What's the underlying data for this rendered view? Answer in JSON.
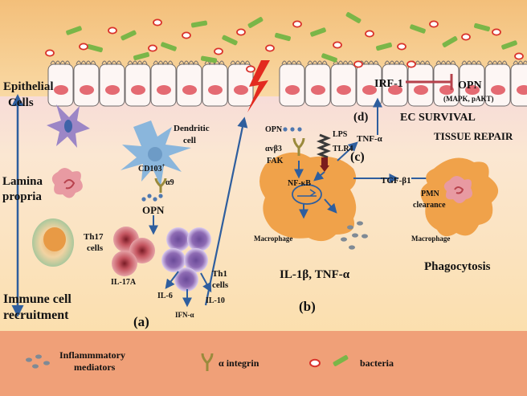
{
  "labels": {
    "epithelial_1": "Epithelial",
    "epithelial_2": "Cells",
    "lamina_1": "Lamina",
    "lamina_2": "propria",
    "immune_1": "Immune cell",
    "immune_2": "recruitment",
    "dendritic_1": "Dendritic",
    "dendritic_2": "cell",
    "cd103": "CD103",
    "cd103_sup": "+",
    "a9": "α9",
    "opn_a": "OPN",
    "th17_1": "Th17",
    "th17_2": "cells",
    "th1_1": "Th1",
    "th1_2": "cells",
    "il17a": "IL-17A",
    "il6": "IL-6",
    "il10": "IL-10",
    "ifn": "IFN-α",
    "panel_a": "(a)",
    "opn_b": "OPN",
    "avb3": "αvβ3",
    "fak": "FAK",
    "lps": "LPS",
    "tlr4": "TLR4",
    "nfkb": "NF-κB",
    "macrophage_b": "Macrophage",
    "il1b": "IL-1β, TNF-α",
    "panel_b": "(b)",
    "tnfa": "TNF-α",
    "tgfb1": "TGF-β1",
    "pmn_1": "PMN",
    "pmn_2": "clearance",
    "panel_c": "(c)",
    "panel_d": "(d)",
    "irf1": "IRF-1",
    "opn_d": "OPN",
    "mapk": "(MAPK, pAKT)",
    "ec_survival": "EC SURVIVAL",
    "tissue_repair": "TISSUE REPAIR",
    "macrophage_c": "Macrophage",
    "phagocytosis": "Phagocytosis"
  },
  "legend": {
    "mediators_1": "Inflammmatory",
    "mediators_2": "mediators",
    "integrin": "α integrin",
    "bacteria": "bacteria"
  },
  "colors": {
    "lumen": "#f6c98a",
    "epithelium_band": "#f8dedd",
    "lamina": "#fbe3b8",
    "legend_band": "#f0a078",
    "arrow": "#2e5e9e",
    "macrophage": "#f0a24a",
    "dendritic": "#8ab6dc",
    "th17": "#b8434d",
    "th1": "#8e6bb4",
    "bacteria_rod": "#7ab648",
    "bacteria_cocci": "#d9322b",
    "inhibit": "#b5414b"
  }
}
